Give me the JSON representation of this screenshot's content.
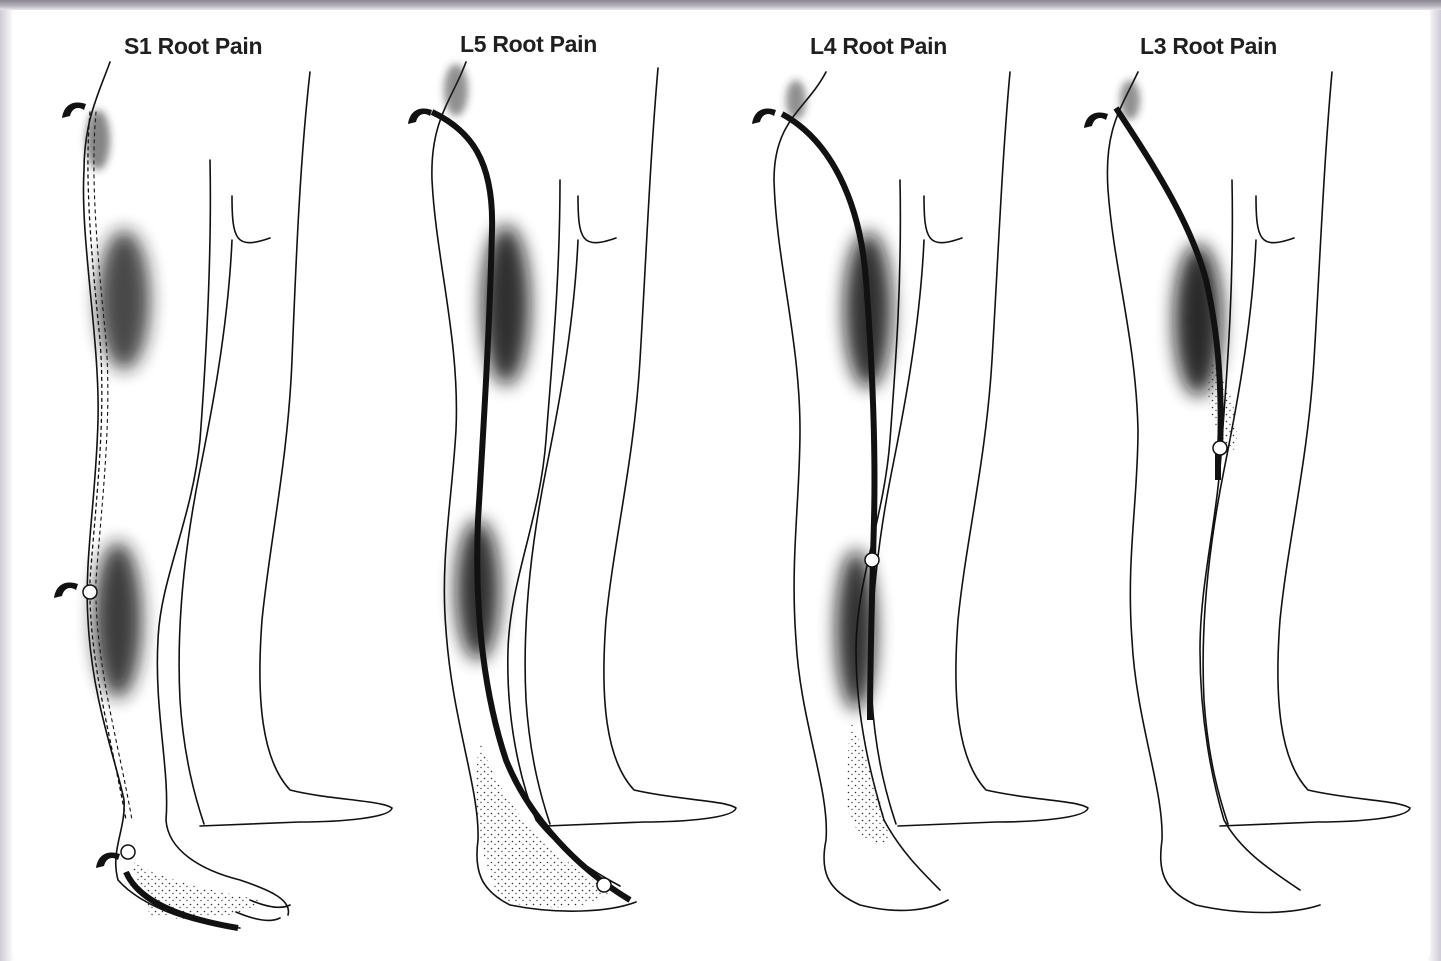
{
  "panels": [
    {
      "id": "s1",
      "title": "S1 Root Pain"
    },
    {
      "id": "l5",
      "title": "L5 Root Pain"
    },
    {
      "id": "l4",
      "title": "L4 Root Pain"
    },
    {
      "id": "l3",
      "title": "L3 Root Pain"
    }
  ],
  "colors": {
    "ink": "#111111",
    "shade": "#1a1a1a",
    "background": "#ffffff"
  }
}
